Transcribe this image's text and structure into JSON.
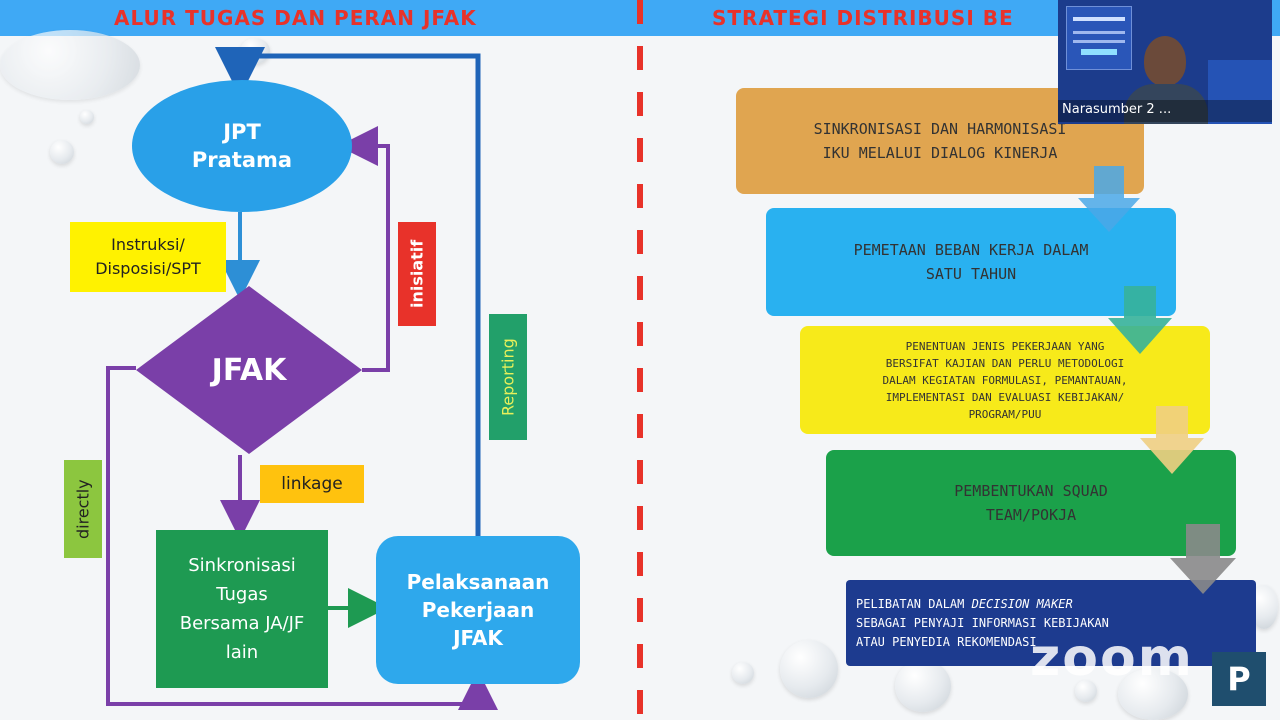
{
  "headers": {
    "left": "ALUR TUGAS DAN PERAN JFAK",
    "right": "STRATEGI DISTRIBUSI BE"
  },
  "flow": {
    "jpt": "JPT\nPratama",
    "jfak": "JFAK",
    "sinkronisasi": "Sinkronisasi\nTugas\nBersama JA/JF\nlain",
    "pelaksanaan": "Pelaksanaan\nPekerjaan\nJFAK",
    "labels": {
      "instruksi": "Instruksi/\nDisposisi/SPT",
      "inisiatif": "inisiatif",
      "reporting": "Reporting",
      "linkage": "linkage",
      "directly": "directly"
    }
  },
  "strategy": {
    "steps": [
      {
        "text": "SINKRONISASI DAN  HARMONISASI\nIKU MELALUI DIALOG KINERJA",
        "color": "#e0a550"
      },
      {
        "text": "PEMETAAN BEBAN KERJA DALAM\nSATU TAHUN",
        "color": "#29b1f0"
      },
      {
        "text": "PENENTUAN JENIS PEKERJAAN YANG\nBERSIFAT  KAJIAN DAN PERLU METODOLOGI\nDALAM KEGIATAN FORMULASI, PEMANTAUAN,\nIMPLEMENTASI DAN EVALUASI KEBIJAKAN/\nPROGRAM/PUU",
        "color": "#f7ea1a"
      },
      {
        "text": "PEMBENTUKAN SQUAD\nTEAM/POKJA",
        "color": "#1ba14a"
      },
      {
        "text": "PELIBATAN DALAM DECISION MAKER\nSEBAGAI PENYAJI INFORMASI KEBIJAKAN\nATAU PENYEDIA REKOMENDASI",
        "color": "#1d3b8f"
      }
    ]
  },
  "video": {
    "participant": "Narasumber 2 ..."
  },
  "branding": {
    "zoom": "zoom",
    "p_logo": "P"
  }
}
